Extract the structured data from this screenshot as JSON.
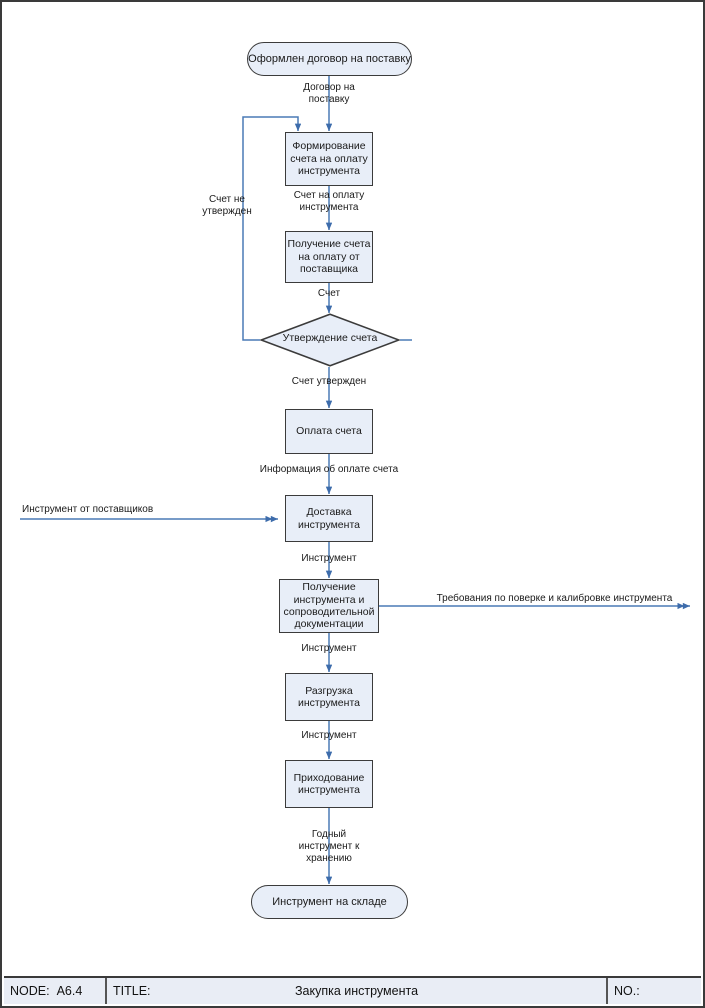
{
  "diagram": {
    "kind": "idef0-process-flowchart",
    "colors": {
      "shape_fill": "#e8eef8",
      "shape_border": "#3b3b3b",
      "arrow": "#4a7ab5",
      "footer_fill": "#e9edf5",
      "page_border": "#3a3a3a"
    },
    "nodes": [
      {
        "id": "start",
        "type": "terminator",
        "label": "Оформлен договор на поставку"
      },
      {
        "id": "form",
        "type": "process",
        "label": "Формирование счета на оплату инструмента"
      },
      {
        "id": "receive",
        "type": "process",
        "label": "Получение счета на оплату от поставщика"
      },
      {
        "id": "approve",
        "type": "decision",
        "label": "Утверждение счета"
      },
      {
        "id": "pay",
        "type": "process",
        "label": "Оплата счета"
      },
      {
        "id": "delivery",
        "type": "process",
        "label": "Доставка инструмента"
      },
      {
        "id": "reception",
        "type": "process",
        "label": "Получение инструмента и сопроводительной документации"
      },
      {
        "id": "unload",
        "type": "process",
        "label": "Разгрузка инструмента"
      },
      {
        "id": "stockin",
        "type": "process",
        "label": "Приходование инструмента"
      },
      {
        "id": "end",
        "type": "terminator",
        "label": "Инструмент на складе"
      }
    ],
    "edge_labels": [
      {
        "id": "e1",
        "text": "Договор на\nпоставку"
      },
      {
        "id": "e2",
        "text": "Счет на оплату\nинструмента"
      },
      {
        "id": "e3",
        "text": "Счет"
      },
      {
        "id": "e4",
        "text": "Счет не\nутвержден"
      },
      {
        "id": "e5",
        "text": "Счет утвержден"
      },
      {
        "id": "e6",
        "text": "Информация об оплате счета"
      },
      {
        "id": "e7",
        "text": "Инструмент от поставщиков"
      },
      {
        "id": "e8",
        "text": "Инструмент"
      },
      {
        "id": "e9",
        "text": "Требования по поверке и калибровке инструмента"
      },
      {
        "id": "e10",
        "text": "Инструмент"
      },
      {
        "id": "e11",
        "text": "Инструмент"
      },
      {
        "id": "e12",
        "text": "Годный\nинструмент к\nхранению"
      }
    ]
  },
  "footer": {
    "node_label": "NODE:",
    "node_value": "A6.4",
    "title_label": "TITLE:",
    "title_value": "Закупка инструмента",
    "no_label": "NO.:"
  }
}
